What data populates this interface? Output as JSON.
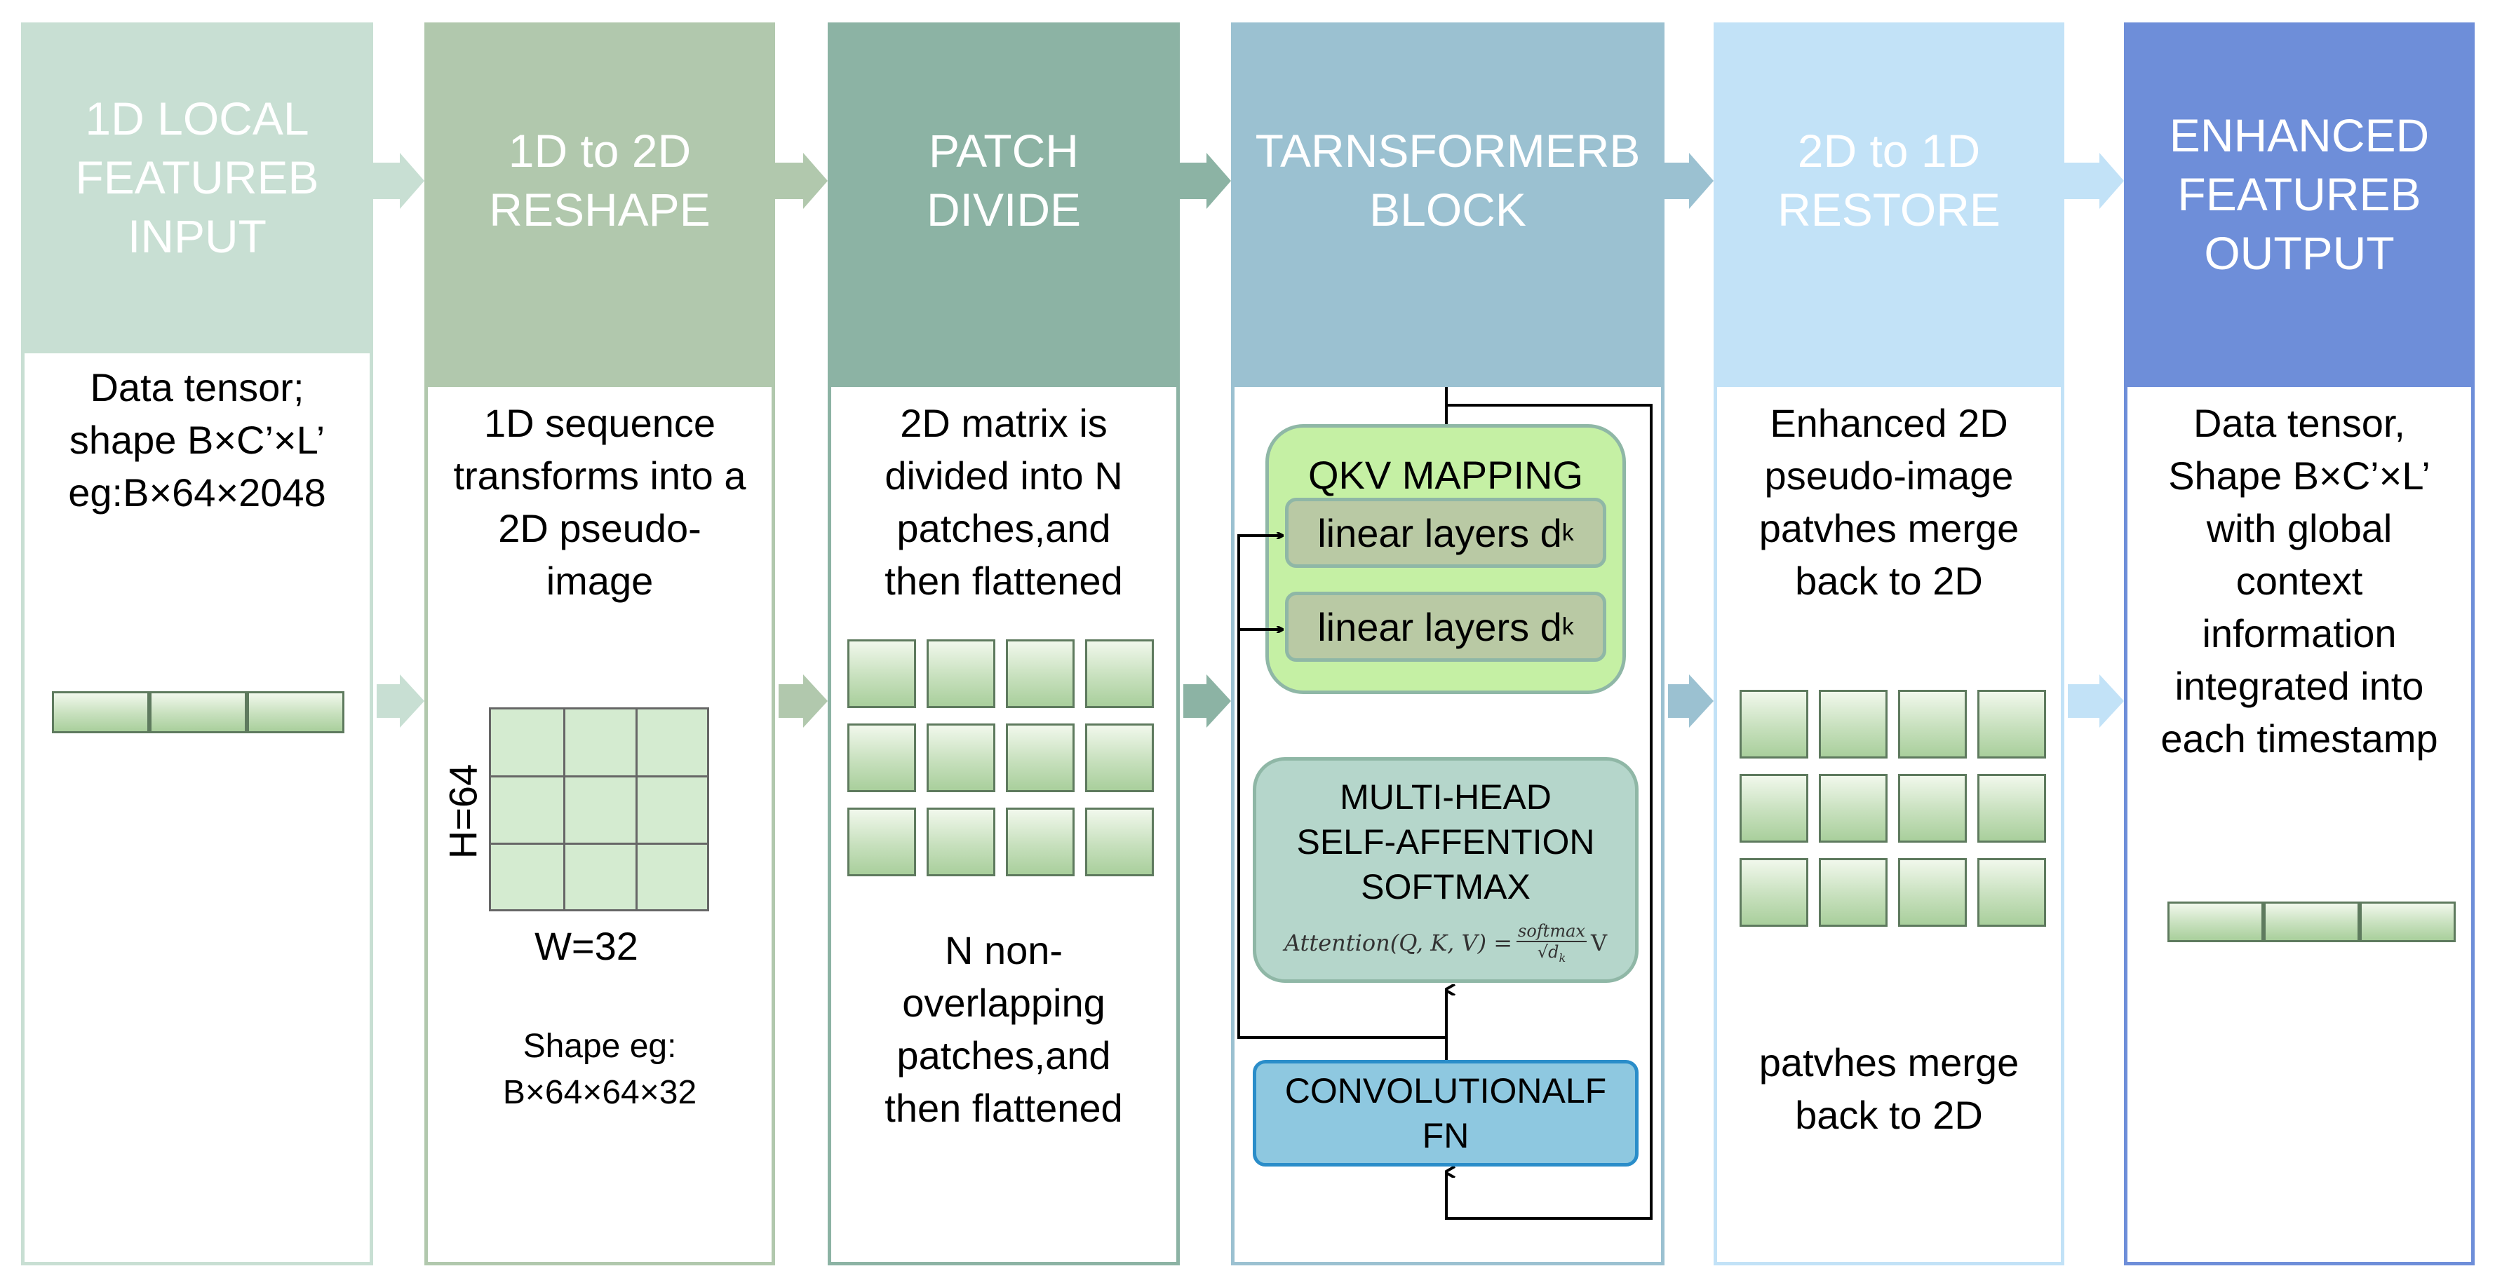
{
  "stages": [
    {
      "id": "s1",
      "title": "1D LOCAL\nFEATUREB\nINPUT",
      "header_color": "#c8dfd3",
      "border_color": "#c8dfd3",
      "text": "Data tensor;\nshape B×C’×L’\neg:B×64×2048"
    },
    {
      "id": "s2",
      "title": "1D to 2D\nRESHAPE",
      "header_color": "#b1c8ad",
      "border_color": "#b1c8ad",
      "text": "1D sequence\ntransforms into a\n2D pseudo-\nimage",
      "h_label": "H=64",
      "w_label": "W=32",
      "shape_text": "Shape eg:\nB×64×64×32"
    },
    {
      "id": "s3",
      "title": "PATCH\nDIVIDE",
      "header_color": "#8cb3a4",
      "border_color": "#8cb3a4",
      "text": "2D matrix is\ndivided into N\npatches,and\nthen flattened",
      "bottom_text": "N non-\noverlapping\npatches,and\nthen flattened"
    },
    {
      "id": "s4",
      "title": "TARNSFORMERB\nBLOCK",
      "header_color": "#9bc1d1",
      "border_color": "#9bc1d1"
    },
    {
      "id": "s5",
      "title": "2D to 1D\nRESTORE",
      "header_color": "#c2e2f7",
      "border_color": "#c2e2f7",
      "text": "Enhanced 2D\npseudo-image\npatvhes merge\nback to 2D",
      "bottom_text": "patvhes merge\nback to 2D"
    },
    {
      "id": "s6",
      "title": "ENHANCED\nFEATUREB\nOUTPUT",
      "header_color": "#6e8ed9",
      "border_color": "#6e8ed9",
      "text": "Data tensor,\nShape B×C’×L’\nwith global\ncontext\ninformation\nintegrated into\neach timestamp"
    }
  ],
  "transformer": {
    "qkv_title": "QKV MAPPING",
    "linear1": "linear layers d",
    "linear2": "linear layers d",
    "subscript": "k",
    "mhsa": "MULTI-HEAD\nSELF-AFFENTION\nSOFTMAX",
    "formula_left": "Attention(Q, K, V) =",
    "formula_num": "softmax",
    "formula_den": "√d",
    "formula_den_sub": "k",
    "formula_right": "V",
    "ffn": "CONVOLUTIONALF\nFN"
  },
  "colors": {
    "qkv_fill": "#c5f0a4",
    "qkv_border": "#8fb7a6",
    "linear_fill": "#b9c9a4",
    "linear_border": "#8fb7a6",
    "mhsa_fill": "#b5d6cb",
    "ffn_fill": "#8ec8e0",
    "ffn_border": "#2a8dc9"
  }
}
